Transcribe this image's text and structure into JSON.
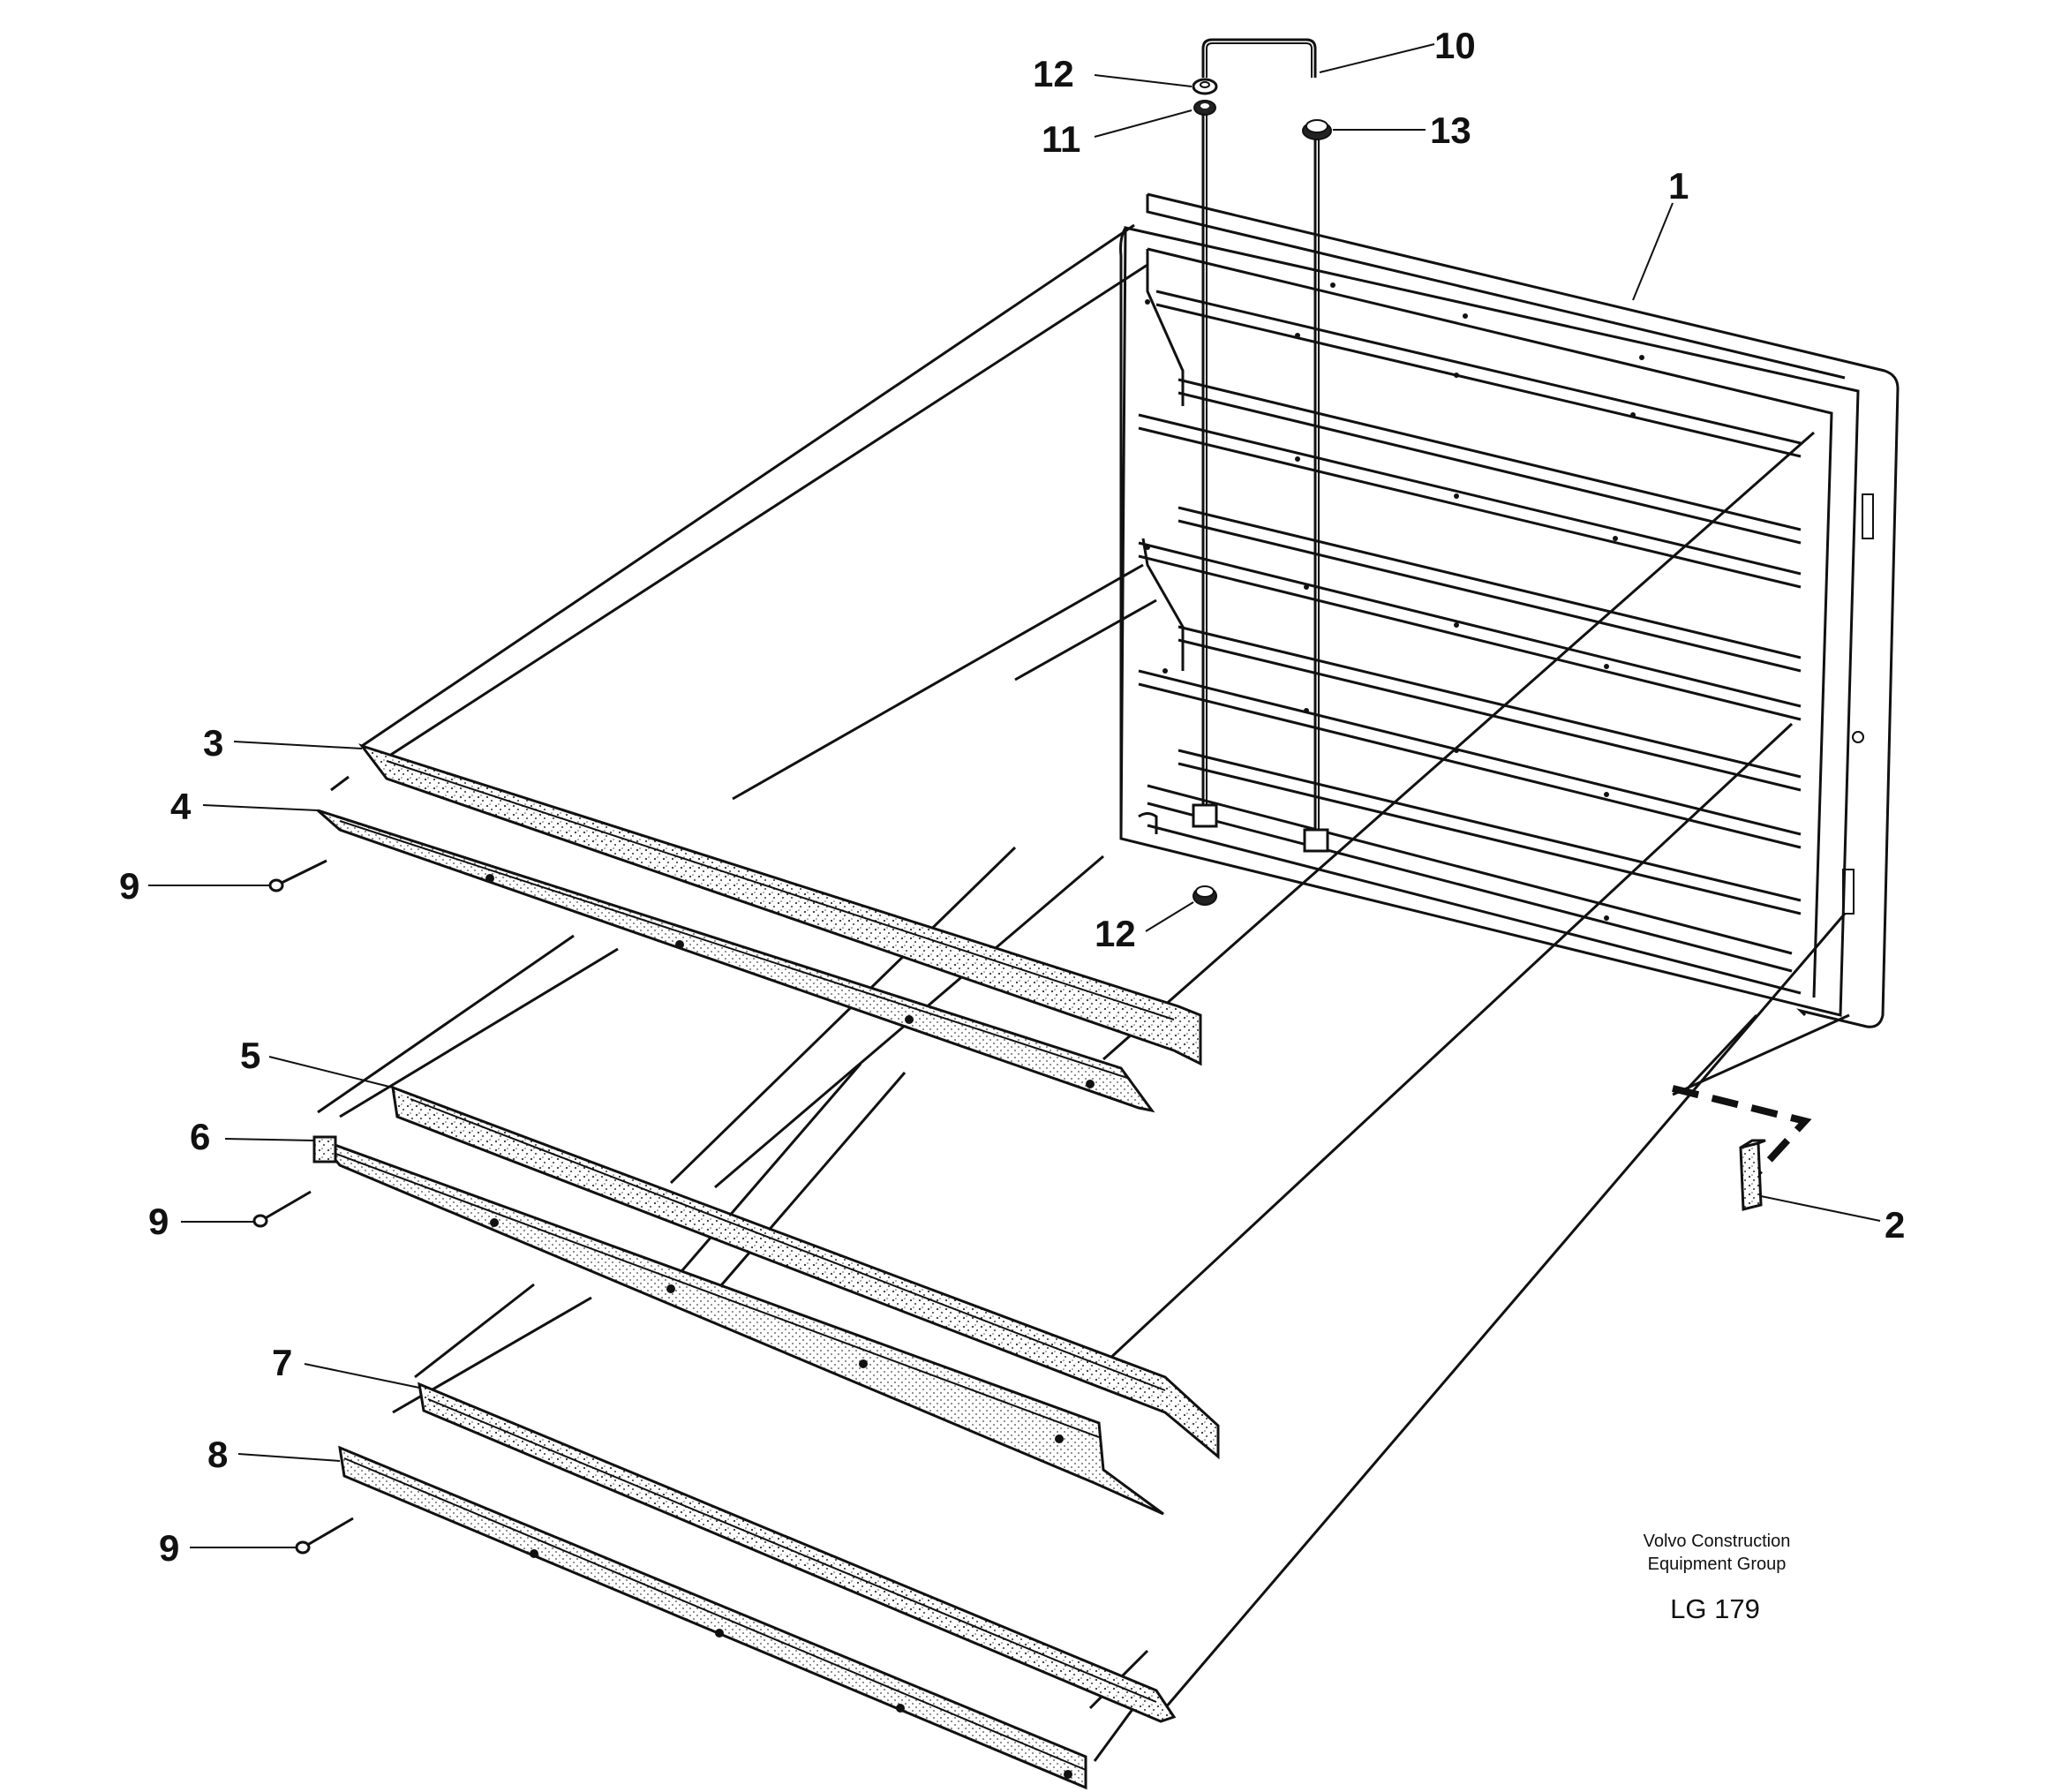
{
  "callouts": {
    "c1": "1",
    "c2": "2",
    "c3": "3",
    "c4": "4",
    "c5": "5",
    "c6": "6",
    "c7": "7",
    "c8": "8",
    "c9a": "9",
    "c9b": "9",
    "c9c": "9",
    "c10": "10",
    "c11": "11",
    "c12a": "12",
    "c12b": "12",
    "c13": "13"
  },
  "credit": {
    "line1": "Volvo Construction",
    "line2": "Equipment Group",
    "code": "LG 179"
  }
}
